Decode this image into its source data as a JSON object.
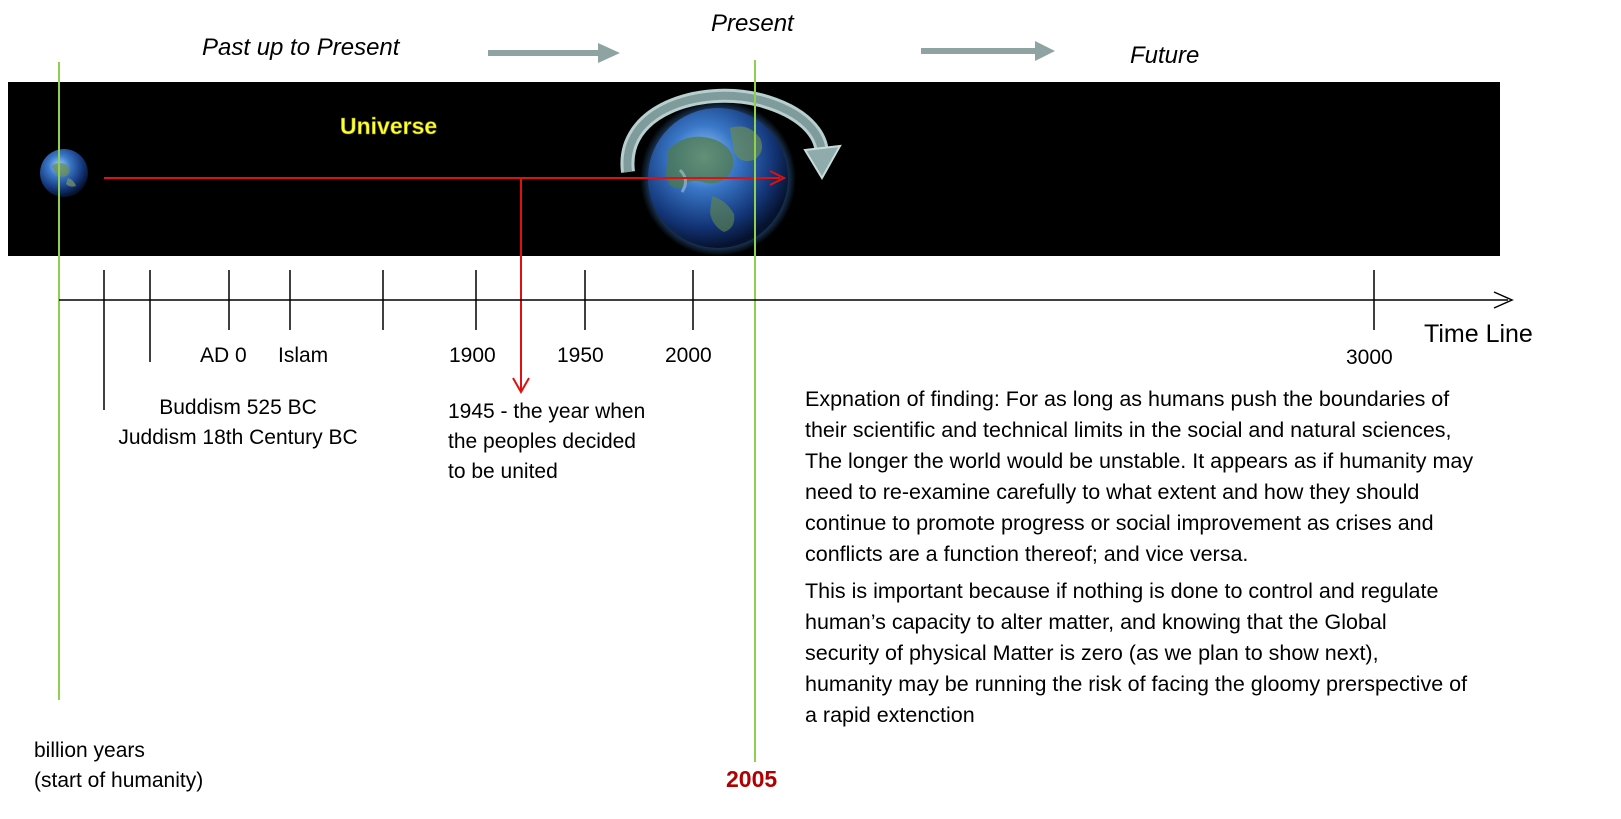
{
  "headers": {
    "past": "Past up to Present",
    "present": "Present",
    "future": "Future"
  },
  "band": {
    "universe_label": "Universe"
  },
  "timeline": {
    "axis_label": "Time Line",
    "ticks": {
      "ad0": "AD 0",
      "islam": "Islam",
      "y1900": "1900",
      "y1950": "1950",
      "y2000": "2000",
      "y3000": "3000"
    },
    "religions": [
      "Buddism 525 BC",
      "Juddism 18th Century BC"
    ],
    "event_1945": [
      "1945 - the year when",
      "the peoples decided",
      "to be united"
    ],
    "start": [
      "billion years",
      "(start of humanity)"
    ],
    "present_year": "2005"
  },
  "explanation": {
    "paragraph1": [
      "Expnation of finding: For as long as humans push the boundaries of",
      "their scientific and technical limits in the social and natural sciences,",
      "The longer the world would be unstable. It appears as if humanity may",
      "need to re-examine carefully to what extent and how they should",
      "continue to promote progress or social improvement as crises and",
      "conflicts are a function thereof; and vice versa."
    ],
    "paragraph2": [
      "This is important because if nothing is done to control and regulate",
      "human’s capacity to alter matter, and knowing that the Global",
      "security of physical Matter is zero (as we plan to show next),",
      "humanity may be running the risk of facing the gloomy prerspective of",
      "a rapid extenction"
    ]
  },
  "colors": {
    "band": "#000000",
    "vertical_lines": "#8fd14f",
    "red_arrow": "#e01010",
    "grey_arrows": "#8fa3a3",
    "year_2005": "#b00000",
    "universe_text": "#ffff33"
  }
}
